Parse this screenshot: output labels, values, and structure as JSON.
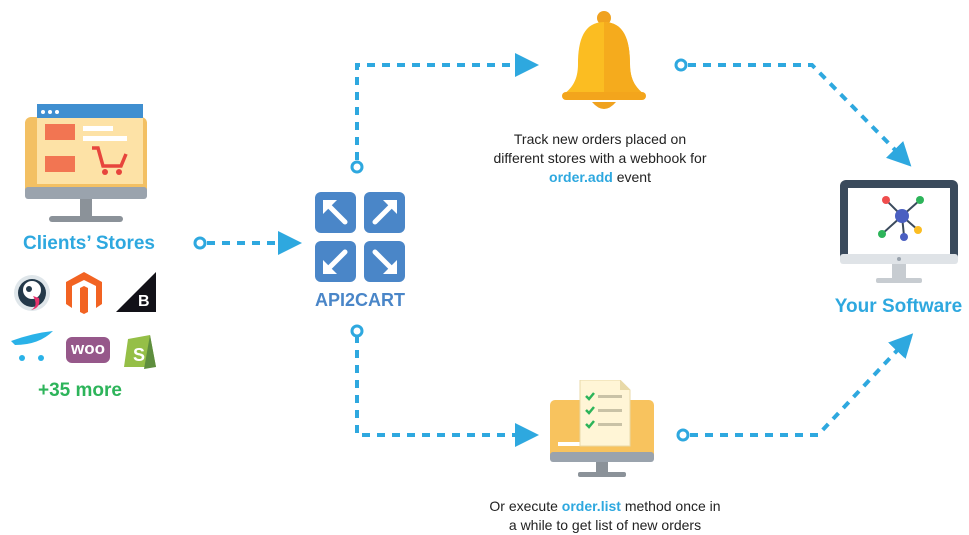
{
  "clients": {
    "title": "Clients’ Stores",
    "more": "+35 more",
    "platforms": [
      "prestashop-icon",
      "magento-icon",
      "bigcommerce-icon",
      "opencart-icon",
      "woocommerce-icon",
      "shopify-icon"
    ],
    "woo_text": "woo"
  },
  "api2cart": {
    "name": "API2CART"
  },
  "software": {
    "name": "Your Software"
  },
  "webhook": {
    "line1": "Track new orders placed on",
    "line2": "different stores with a webhook for",
    "method": "order.add",
    "suffix": " event"
  },
  "polling": {
    "prefix": "Or execute ",
    "method": "order.list",
    "suffix": " method once in",
    "line2": "a while to get list of new orders"
  },
  "colors": {
    "accent": "#2ea8df",
    "green": "#2db45a",
    "api_blue": "#4a86c8",
    "bell": "#fbbd22",
    "monitor_orange": "#f8c35e"
  }
}
